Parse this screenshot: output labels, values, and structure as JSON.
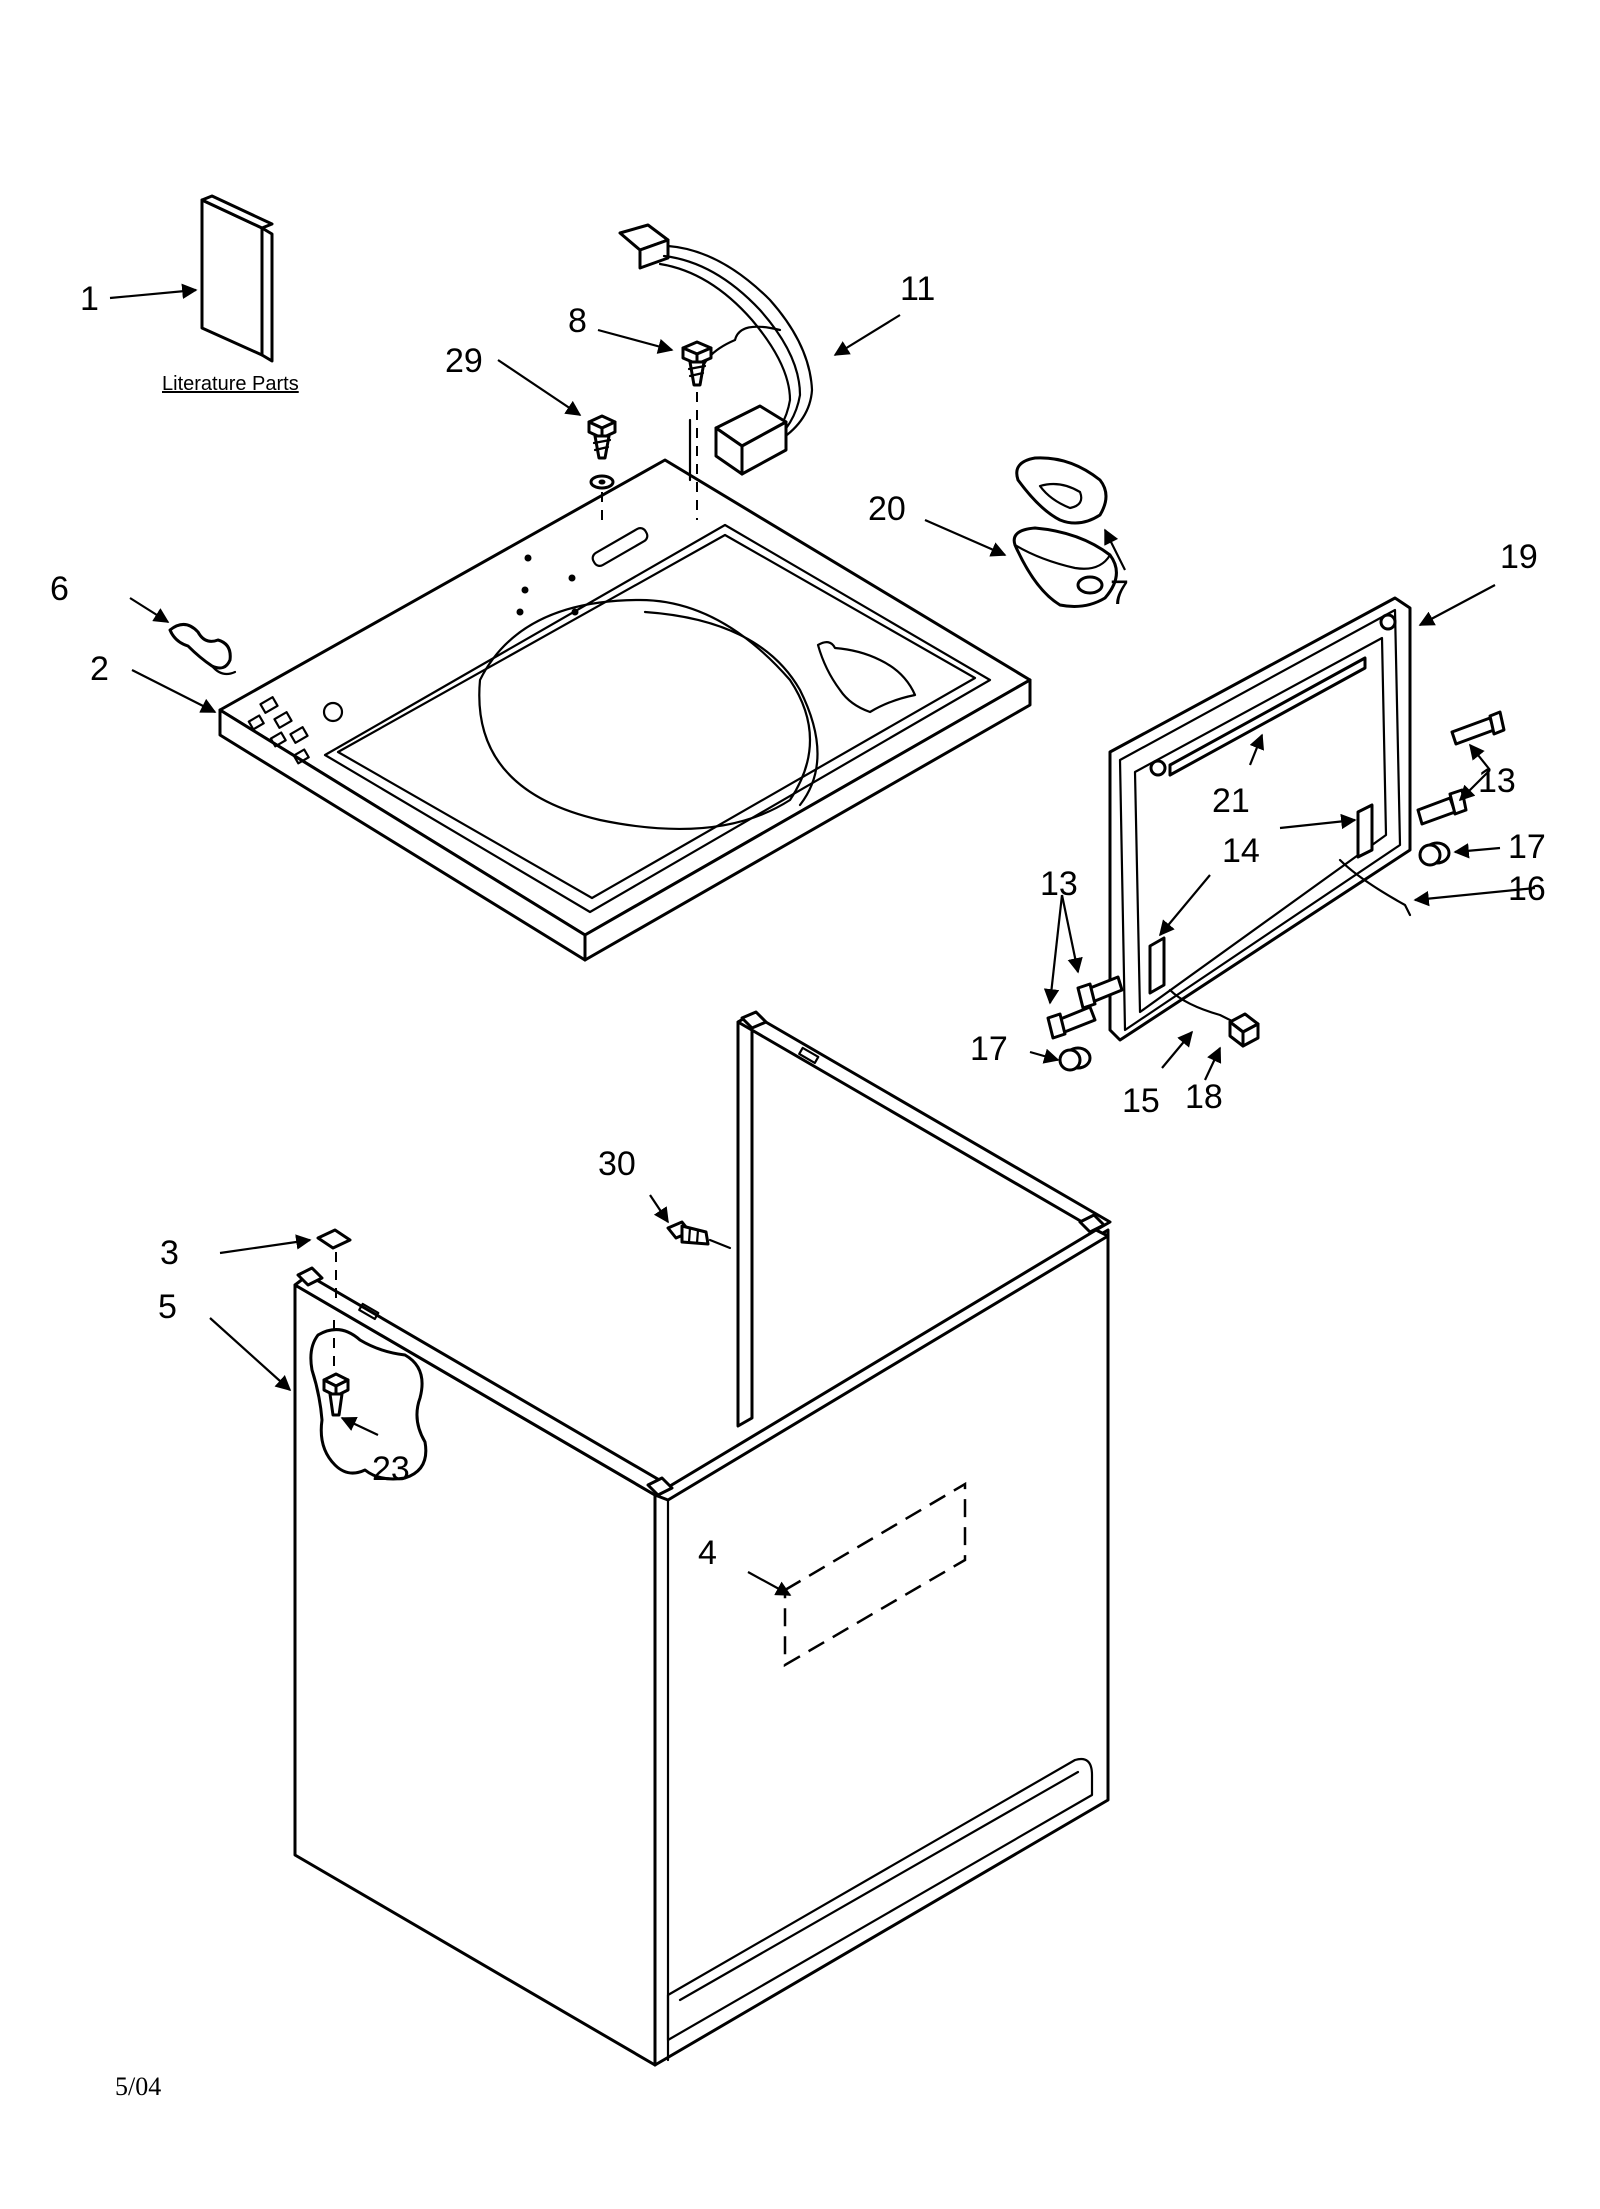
{
  "literature": {
    "label": "Literature Parts"
  },
  "callouts": {
    "c1": "1",
    "c2": "2",
    "c3": "3",
    "c4": "4",
    "c5": "5",
    "c6": "6",
    "c7": "7",
    "c8": "8",
    "c11": "11",
    "c13a": "13",
    "c13b": "13",
    "c14": "14",
    "c15": "15",
    "c16": "16",
    "c17a": "17",
    "c17b": "17",
    "c18": "18",
    "c19": "19",
    "c20": "20",
    "c21": "21",
    "c23": "23",
    "c29": "29",
    "c30": "30"
  },
  "footer": {
    "date": "5/04"
  }
}
